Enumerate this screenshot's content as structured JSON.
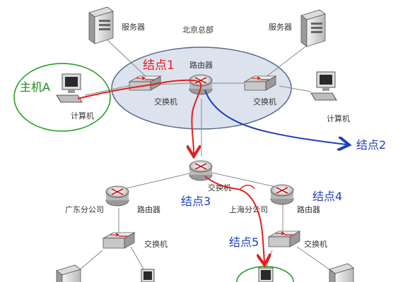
{
  "labels": {
    "hq": "北京总部",
    "server_left": "服务器",
    "server_right": "服务器",
    "switch_hq_left": "交换机",
    "switch_hq_right": "交换机",
    "router_hq": "路由器",
    "computer_left": "计算机",
    "computer_right": "计算机",
    "switch_mid": "交换机",
    "branch_gd": "广东分公司",
    "router_gd": "路由器",
    "switch_gd": "交换机",
    "branch_sh": "上海分公司",
    "router_sh": "路由器",
    "switch_sh": "交换机"
  },
  "nodes": {
    "node1": "结点1",
    "node2": "结点2",
    "node3": "结点3",
    "node4": "结点4",
    "node5": "结点5",
    "host_a": "主机A"
  },
  "colors": {
    "red_path": "#e02020",
    "blue_path": "#1f3fbf",
    "host_circle": "#1a9a1a",
    "hq_ellipse_fill": "#dde3ee",
    "hq_ellipse_stroke": "#5a6a8a"
  }
}
